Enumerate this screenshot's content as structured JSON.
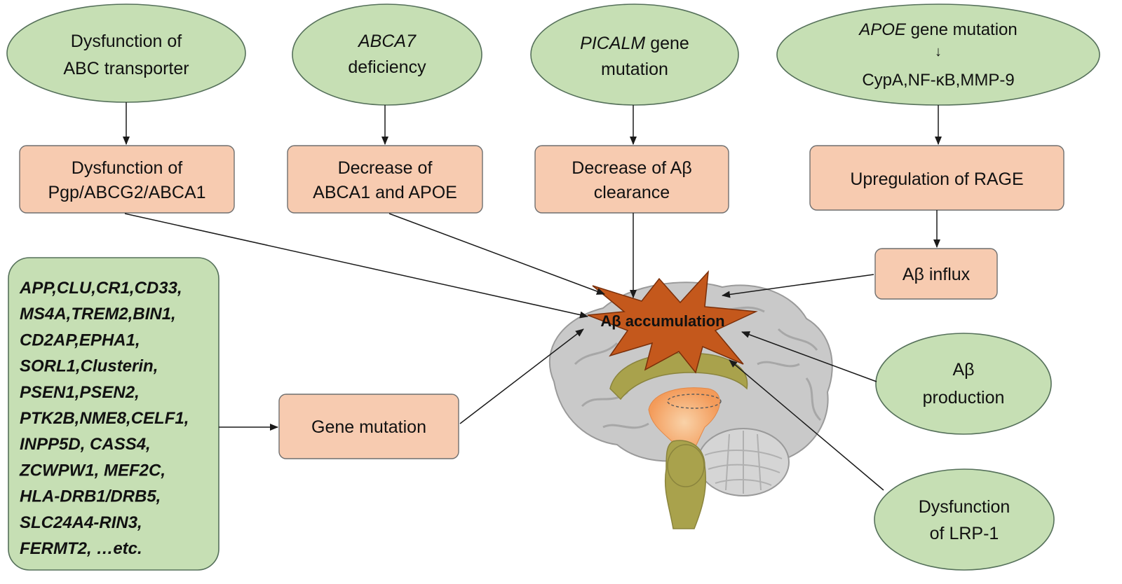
{
  "causes": {
    "abc_transporter": {
      "line1": "Dysfunction of",
      "line2": "ABC transporter"
    },
    "abca7": {
      "line1_italic": "ABCA7",
      "line2": "deficiency"
    },
    "picalm": {
      "line1_italic": "PICALM",
      "line1_rest": " gene",
      "line2": "mutation"
    },
    "apoe": {
      "line1_italic": "APOE",
      "line1_rest": " gene mutation",
      "arrow_glyph": "↓",
      "line3": "CypA,NF-κB,MMP-9"
    }
  },
  "effects": {
    "pgp": {
      "line1": "Dysfunction of",
      "line2": "Pgp/ABCG2/ABCA1"
    },
    "abca1_apoe": {
      "line1": "Decrease of",
      "line2": "ABCA1 and APOE"
    },
    "clearance": {
      "line1": "Decrease of Aβ",
      "line2": "clearance"
    },
    "rage": {
      "line1": "Upregulation of RAGE"
    },
    "influx": {
      "line1": "Aβ influx"
    },
    "gene_mutation": {
      "line1": "Gene mutation"
    }
  },
  "genes": [
    "APP,CLU,CR1,CD33,",
    "MS4A,TREM2,BIN1,",
    "CD2AP,EPHA1,",
    "SORL1,Clusterin,",
    "PSEN1,PSEN2,",
    "PTK2B,NME8,CELF1,",
    "INPP5D, CASS4,",
    "ZCWPW1, MEF2C,",
    "HLA-DRB1/DRB5,",
    "SLC24A4-RIN3,",
    "FERMT2, …etc."
  ],
  "center": {
    "label": "Aβ accumulation"
  },
  "right": {
    "production": {
      "line1": "Aβ",
      "line2": "production"
    },
    "lrp1": {
      "line1": "Dysfunction",
      "line2": "of LRP-1"
    }
  },
  "colors": {
    "oval_fill": "#c6dfb4",
    "box_fill": "#f7cbb0",
    "star_fill": "#c4581c",
    "brain_gray": "#c9c9c9",
    "brain_olive": "#a9a24c",
    "brain_highlight": "#f7b27a"
  }
}
